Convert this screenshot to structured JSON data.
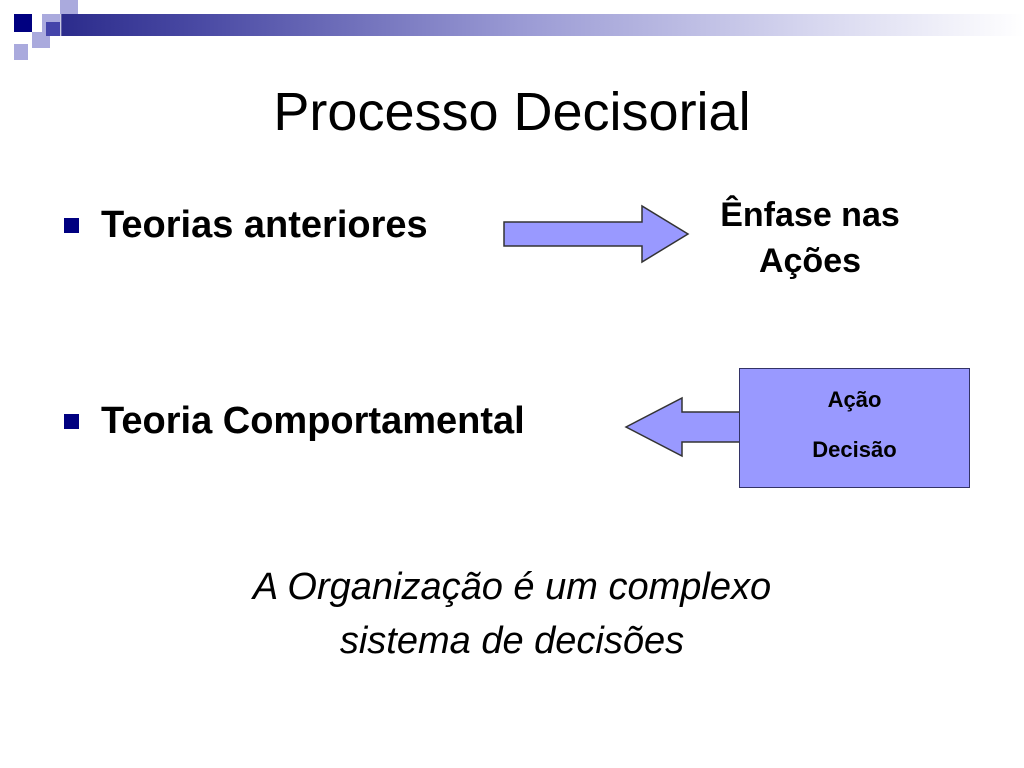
{
  "slide": {
    "title": "Processo Decisorial",
    "bullets": [
      {
        "text": "Teorias anteriores"
      },
      {
        "text": "Teoria Comportamental"
      }
    ],
    "emphasis": {
      "line1": "Ênfase nas",
      "line2": "Ações"
    },
    "decision_box": {
      "line1": "Ação",
      "line2": "Decisão"
    },
    "conclusion": {
      "line1": "A Organização é um complexo",
      "line2": "sistema de decisões"
    },
    "colors": {
      "accent": "#000080",
      "arrow_fill": "#9999ff",
      "box_fill": "#9999ff"
    }
  }
}
